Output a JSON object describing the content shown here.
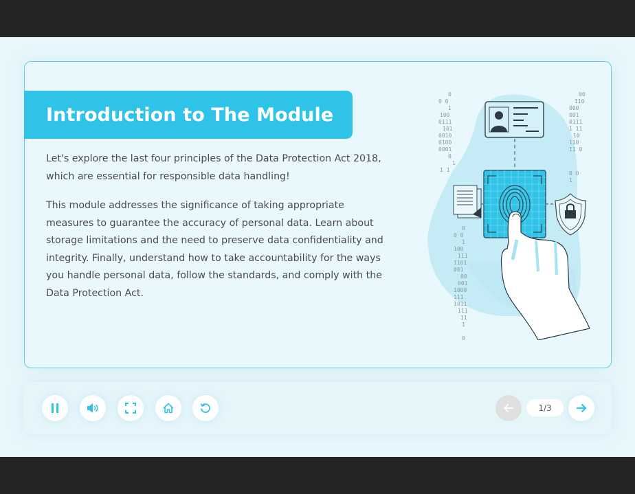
{
  "slide": {
    "title": "Introduction to The Module",
    "paragraphs": [
      "Let's explore the last four principles of the Data Protection Act 2018, which are essential for responsible data handling!",
      "This module addresses the significance of taking appropriate measures to guarantee the accuracy of personal data. Learn about storage limitations and the need to preserve data confidentiality and integrity. Finally, understand how to take accountability for the ways you handle personal data, follow the standards, and comply with the Data Protection Act."
    ],
    "illustration": {
      "description": "Hand pressing fingerprint scanner connected to ID card, documents and padlock shield",
      "icons": [
        "id-card-icon",
        "fingerprint-scanner-icon",
        "documents-icon",
        "shield-lock-icon",
        "hand-icon"
      ]
    }
  },
  "controls": {
    "buttons": [
      {
        "name": "pause",
        "icon": "pause-icon"
      },
      {
        "name": "volume",
        "icon": "volume-icon"
      },
      {
        "name": "fullscreen",
        "icon": "fullscreen-icon"
      },
      {
        "name": "home",
        "icon": "home-icon"
      },
      {
        "name": "replay",
        "icon": "replay-icon"
      }
    ],
    "pagination": {
      "current": 1,
      "total": 3,
      "label": "1/3",
      "prev_icon": "arrow-left-icon",
      "next_icon": "arrow-right-icon"
    }
  },
  "colors": {
    "accent": "#2fc3e8",
    "background": "#e8f7fc",
    "frame": "#252525",
    "border": "#5fcfe6",
    "text": "#4a4a4a",
    "disabled": "#e0e0e0"
  }
}
